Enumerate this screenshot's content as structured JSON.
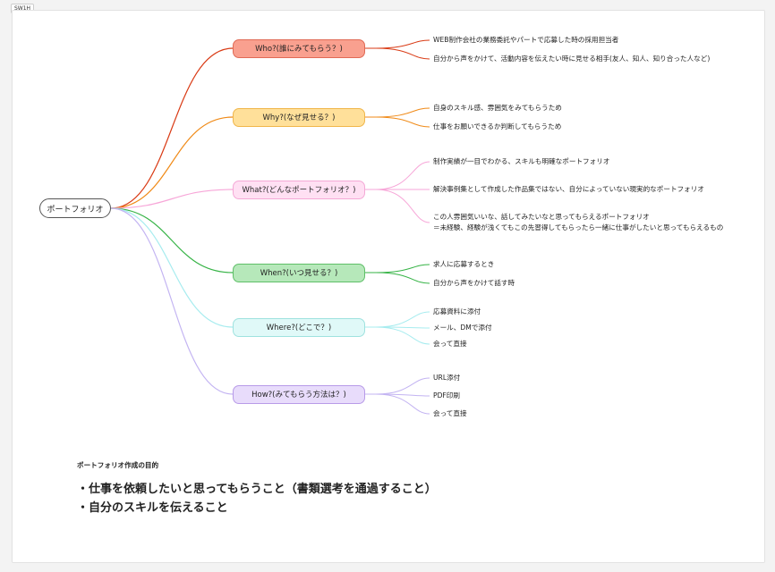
{
  "badge": "SW1H",
  "root": {
    "label": "ポートフォリオ"
  },
  "branches": [
    {
      "label": "Who?(誰にみてもらう？)",
      "fill": "#f9a08f",
      "stroke": "#e06a55",
      "line": "#d93a14",
      "leaves": [
        "WEB制作会社の業務委託やパートで応募した時の採用担当者",
        "自分から声をかけて、活動内容を伝えたい時に見せる相手(友人、知人、知り合った人など)"
      ]
    },
    {
      "label": "Why?(なぜ見せる？)",
      "fill": "#ffe09a",
      "stroke": "#f0b64a",
      "line": "#f08a17",
      "leaves": [
        "自身のスキル感、雰囲気をみてもらうため",
        "仕事をお願いできるか判断してもらうため"
      ]
    },
    {
      "label": "What?(どんなポートフォリオ？)",
      "fill": "#ffe0f3",
      "stroke": "#f4a9d6",
      "line": "#f7a6d8",
      "leaves": [
        "制作実績が一目でわかる、スキルも明確なポートフォリオ",
        "解決事例集として作成した作品集ではない、自分によっていない現実的なポートフォリオ",
        "この人雰囲気いいな、話してみたいなと思ってもらえるポートフォリオ",
        "＝未経験、経験が浅くてもこの先習得してもらったら一緒に仕事がしたいと思ってもらえるもの"
      ]
    },
    {
      "label": "When?(いつ見せる？)",
      "fill": "#b6e8ba",
      "stroke": "#5fbf68",
      "line": "#35b345",
      "leaves": [
        "求人に応募するとき",
        "自分から声をかけて話す時"
      ]
    },
    {
      "label": "Where?(どこで？)",
      "fill": "#e0f9f8",
      "stroke": "#9fe2df",
      "line": "#a7ecef",
      "leaves": [
        "応募資料に添付",
        "メール、DMで添付",
        "会って直接"
      ]
    },
    {
      "label": "How?(みてもらう方法は？)",
      "fill": "#e8dcfb",
      "stroke": "#b89be8",
      "line": "#c3b4f2",
      "leaves": [
        "URL添付",
        "PDF印刷",
        "会って直接"
      ]
    }
  ],
  "goals": {
    "title": "ポートフォリオ作成の目的",
    "items": [
      "・仕事を依頼したいと思ってもらうこと（書類選考を通過すること）",
      "・自分のスキルを伝えること"
    ]
  }
}
